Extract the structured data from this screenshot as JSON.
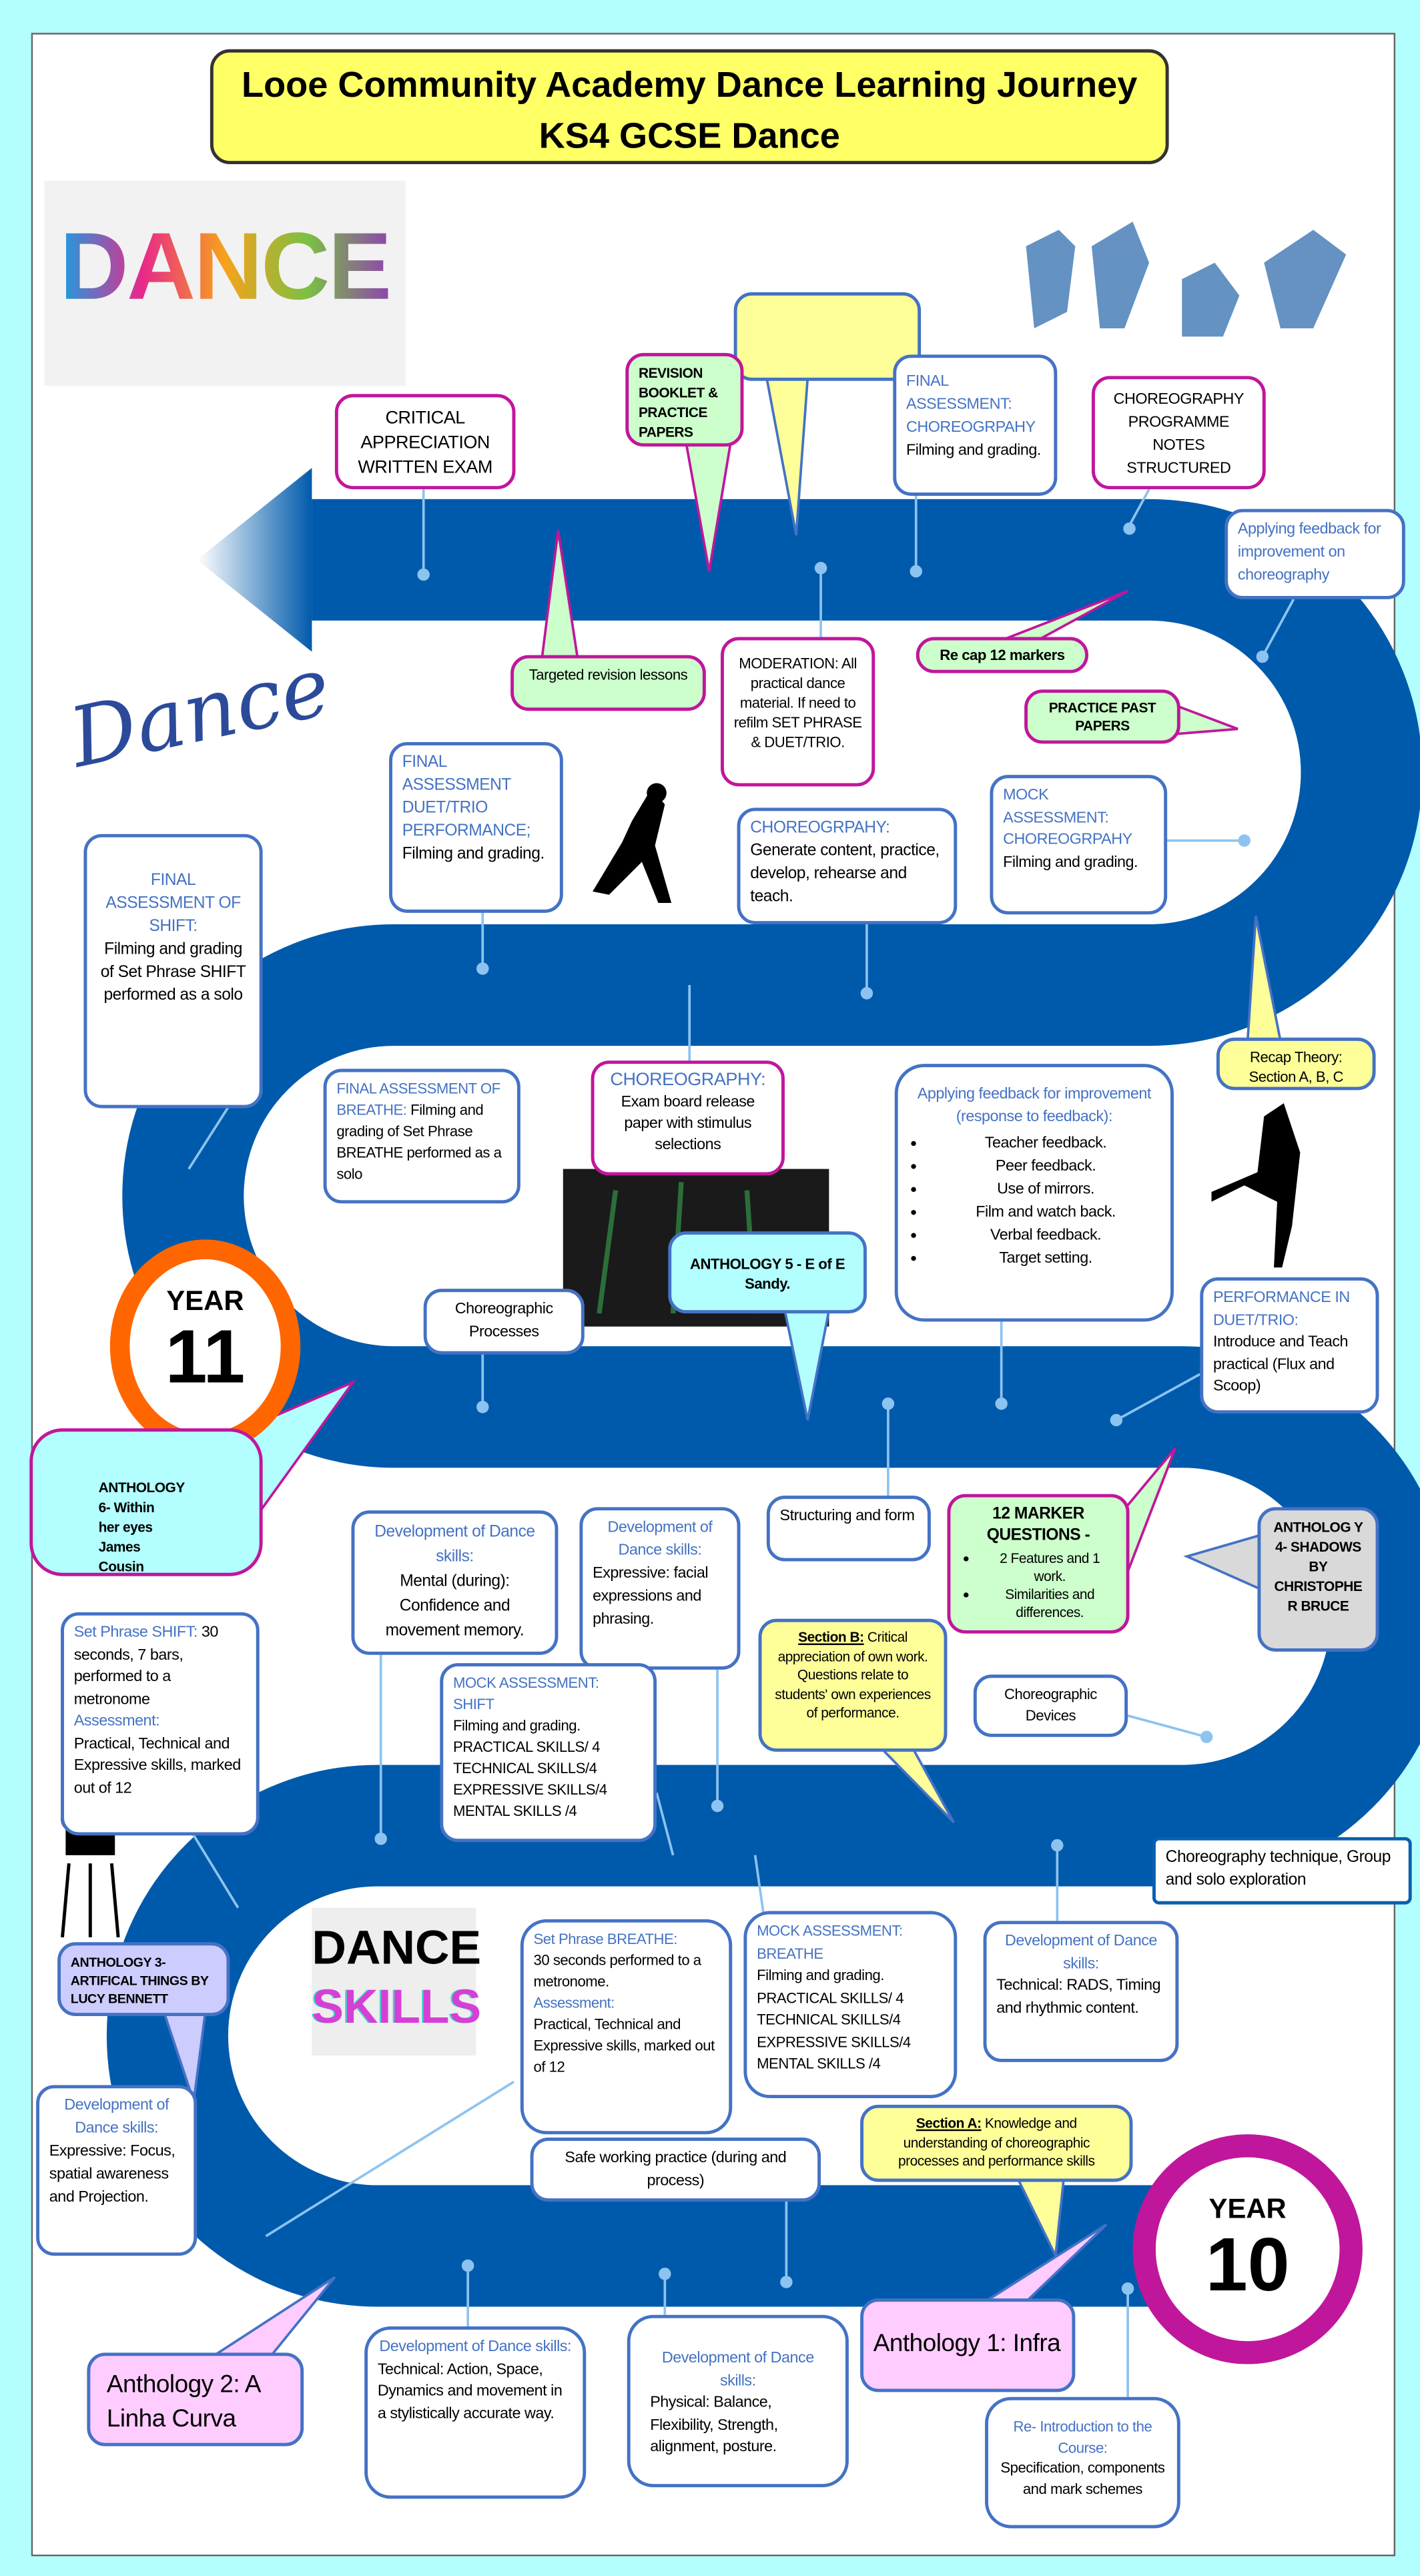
{
  "title": {
    "line1": "Looe Community Academy Dance  Learning Journey",
    "line2": "KS4 GCSE Dance"
  },
  "logos": {
    "dance_colorful": "DANCE",
    "dance_script": "Dance",
    "dance_skills_top": "DANCE",
    "dance_skills_bottom": "SKILLS"
  },
  "year11": {
    "label": "YEAR",
    "number": "11"
  },
  "year10": {
    "label": "YEAR",
    "number": "10"
  },
  "colors": {
    "path": "#005aab",
    "year11_ring": "#ff6600",
    "year10_ring": "#c0169c",
    "box_border": "#4472c4",
    "accent_border": "#c0169c"
  },
  "boxes": {
    "critical_exam": {
      "body": "CRITICAL APPRECIATION WRITTEN EXAM"
    },
    "revision_booklet": {
      "body": "REVISION BOOKLET & PRACTICE PAPERS"
    },
    "final_choreo": {
      "title": "FINAL ASSESSMENT: CHOREOGRPAHY",
      "body": "Filming and grading."
    },
    "programme_notes": {
      "body": "CHOREOGRAPHY PROGRAMME NOTES STRUCTURED"
    },
    "feedback_choreo": {
      "title": "Applying feedback for improvement on choreography"
    },
    "targeted_revision": {
      "body": "Targeted revision lessons"
    },
    "moderation": {
      "body": "MODERATION: All practical dance material. If need to refilm SET PHRASE & DUET/TRIO."
    },
    "recap_12": {
      "body": "Re cap 12 markers"
    },
    "practice_past": {
      "body": "PRACTICE PAST PAPERS"
    },
    "final_duet": {
      "title": "FINAL ASSESSMENT DUET/TRIO PERFORMANCE;",
      "body": "Filming and grading."
    },
    "choreo_generate": {
      "title": "CHOREOGRPAHY:",
      "body": "Generate content, practice, develop, rehearse and teach."
    },
    "mock_choreo": {
      "title": "MOCK ASSESSMENT: CHOREOGRPAHY",
      "body": "Filming and grading."
    },
    "final_shift": {
      "title": "FINAL ASSESSMENT OF SHIFT:",
      "body": "Filming and grading of Set Phrase SHIFT performed as a solo"
    },
    "recap_theory": {
      "body": "Recap Theory: Section A, B, C"
    },
    "final_breathe": {
      "title": "FINAL ASSESSMENT OF BREATHE:",
      "body": "Filming and grading of Set Phrase BREATHE performed as a solo"
    },
    "choreo_exam": {
      "title": "CHOREOGRAPHY:",
      "body": "Exam board  release paper with stimulus selections"
    },
    "anthology5": {
      "body": "ANTHOLOGY  5 - E of E Sandy."
    },
    "choreo_processes": {
      "body": "Choreographic Processes"
    },
    "feedback_response": {
      "title": "Applying feedback for improvement  (response to feedback):",
      "items": [
        "Teacher feedback.",
        "Peer feedback.",
        "Use of mirrors.",
        "Film and watch back.",
        "Verbal feedback.",
        "Target setting."
      ]
    },
    "performance_duet": {
      "title": "PERFORMANCE IN DUET/TRIO:",
      "body": "Introduce and Teach practical (Flux and Scoop)"
    },
    "anthology6": {
      "body": "ANTHOLOGY 6- Within her eyes  James Cousin"
    },
    "structuring": {
      "body": "Structuring  and form"
    },
    "twelve_marker": {
      "title": "12 MARKER QUESTIONS -",
      "items": [
        "2 Features and 1 work.",
        "Similarities and differences."
      ]
    },
    "anthology4": {
      "body": "ANTHOLOG Y 4- SHADOWS BY CHRISTOPHE R BRUCE"
    },
    "dev_mental": {
      "title": "Development of Dance skills:",
      "body": "Mental (during): Confidence and movement memory."
    },
    "dev_expressive_facial": {
      "title": "Development of Dance skills:",
      "body": "Expressive: facial expressions and phrasing."
    },
    "section_b": {
      "label": "Section B:",
      "body": " Critical appreciation of own work. Questions relate to students' own experiences of performance."
    },
    "choreo_devices": {
      "body": "Choreographic Devices"
    },
    "set_shift": {
      "title": "Set Phrase SHIFT:",
      "body": " 30 seconds, 7 bars, performed to a metronome",
      "title2": "Assessment:",
      "body2": "Practical, Technical and Expressive skills, marked out of 12"
    },
    "mock_shift": {
      "title": "MOCK  ASSESSMENT: SHIFT",
      "lines": [
        "Filming and grading.",
        "PRACTICAL SKILLS/ 4",
        "TECHNICAL  SKILLS/4",
        "EXPRESSIVE  SKILLS/4",
        "MENTAL SKILLS /4"
      ]
    },
    "choreo_technique": {
      "body": "Choreography technique, Group and solo exploration"
    },
    "anthology3": {
      "body": "ANTHOLOGY 3- ARTIFICAL THINGS BY LUCY BENNETT"
    },
    "set_breathe": {
      "title": "Set Phrase BREATHE:",
      "body": "30 seconds performed to a metronome.",
      "title2": "Assessment:",
      "body2": "Practical, Technical and Expressive skills, marked out of 12"
    },
    "mock_breathe": {
      "title": "MOCK  ASSESSMENT: BREATHE",
      "lines": [
        "Filming and grading.",
        "PRACTICAL SKILLS/ 4",
        "TECHNICAL  SKILLS/4",
        "EXPRESSIVE  SKILLS/4",
        "MENTAL SKILLS /4"
      ]
    },
    "dev_technical_rads": {
      "title": "Development of Dance skills:",
      "body": "Technical: RADS, Timing and rhythmic content."
    },
    "dev_expressive_focus": {
      "title": "Development of Dance skills:",
      "body": "Expressive: Focus, spatial awareness and Projection."
    },
    "safe_working": {
      "body": "Safe working practice (during and process)"
    },
    "section_a": {
      "label": "Section A:",
      "body": " Knowledge and understanding of choreographic processes and performance skills"
    },
    "anthology1": {
      "body": "Anthology 1: Infra"
    },
    "anthology2": {
      "body": "Anthology 2: A Linha Curva"
    },
    "dev_technical_action": {
      "title": "Development of Dance skills:",
      "body": "Technical: Action, Space, Dynamics and movement in a stylistically accurate way."
    },
    "dev_physical": {
      "title": "Development of Dance skills:",
      "body": "Physical: Balance, Flexibility, Strength, alignment, posture."
    },
    "reintro": {
      "title": "Re- Introduction to the Course:",
      "body": "Specification, components and mark schemes"
    }
  }
}
